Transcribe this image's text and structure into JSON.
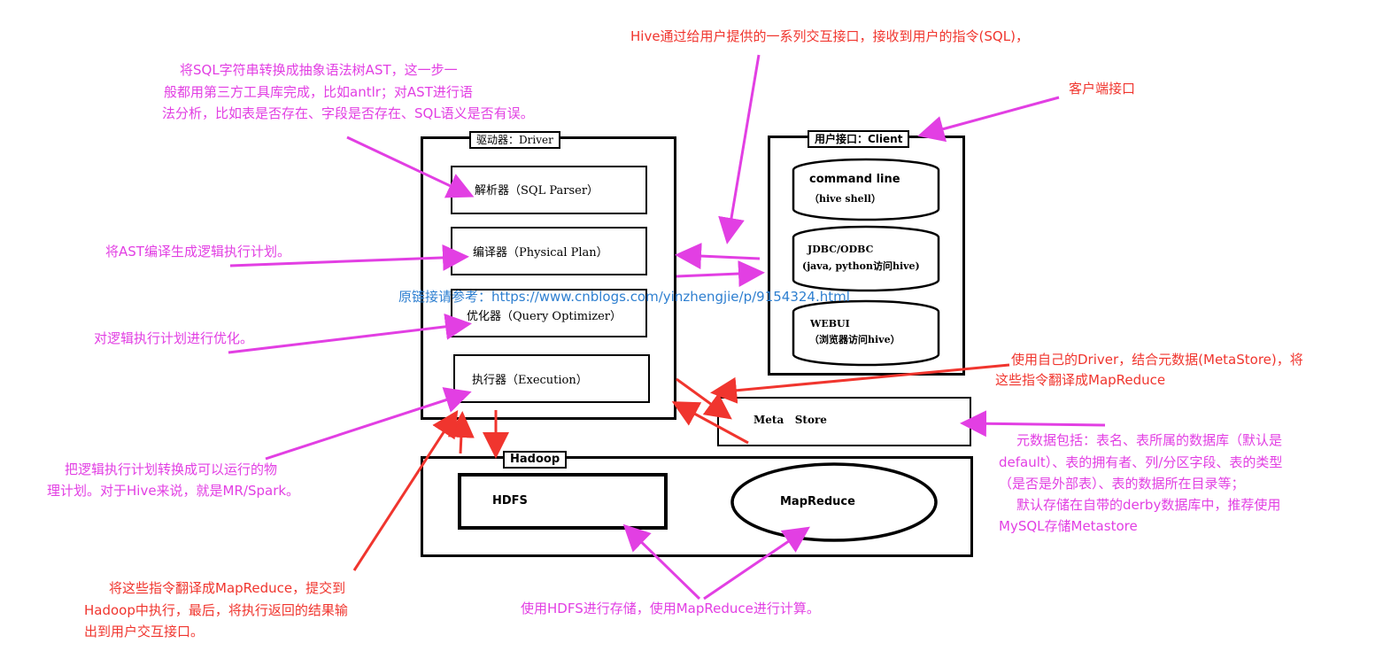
{
  "driver": {
    "title": "驱动器：Driver",
    "parser": "解析器（SQL Parser）",
    "compiler": "编译器（Physical Plan）",
    "optimizer": "优化器（Query Optimizer）",
    "executor": "执行器（Execution）"
  },
  "client": {
    "title": "用户接口：Client",
    "cli_line1": "command line",
    "cli_line2": "（hive shell）",
    "jdbc_line1": "JDBC/ODBC",
    "jdbc_line2": "(java, python访问hive)",
    "web_line1": "WEBUI",
    "web_line2": "（浏览器访问hive）"
  },
  "metastore": {
    "label": "Meta   Store"
  },
  "hadoop": {
    "title": "Hadoop",
    "hdfs": "HDFS",
    "mapreduce": "MapReduce"
  },
  "watermark": "原链接请参考：https://www.cnblogs.com/yinzhengjie/p/9154324.html",
  "annotations": {
    "parser_note": [
      "将SQL字符串转换成抽象语法树AST，这一步一",
      "般都用第三方工具库完成，比如antlr；对AST进行语",
      "法分析，比如表是否存在、字段是否存在、SQL语义是否有误。"
    ],
    "compiler_note": "将AST编译生成逻辑执行计划。",
    "optimizer_note": "对逻辑执行计划进行优化。",
    "executor_note": [
      "把逻辑执行计划转换成可以运行的物",
      "理计划。对于Hive来说，就是MR/Spark。"
    ],
    "hive_interface_note": "Hive通过给用户提供的一系列交互接口，接收到用户的指令(SQL)，",
    "client_note": "客户端接口",
    "driver_meta_note": [
      "使用自己的Driver，结合元数据(MetaStore)，将",
      "这些指令翻译成MapReduce"
    ],
    "metastore_note": [
      "元数据包括：表名、表所属的数据库（默认是",
      "default）、表的拥有者、列/分区字段、表的类型",
      "（是否是外部表）、表的数据所在目录等；",
      "默认存储在自带的derby数据库中，推荐使用",
      "MySQL存储Metastore"
    ],
    "submit_note": [
      "将这些指令翻译成MapReduce，提交到",
      "Hadoop中执行，最后，将执行返回的结果输",
      "出到用户交互接口。"
    ],
    "hadoop_note": "使用HDFS进行存储，使用MapReduce进行计算。"
  },
  "colors": {
    "magenta": "#e23fe3",
    "red": "#f0352e",
    "blue": "#2e7fd0"
  }
}
